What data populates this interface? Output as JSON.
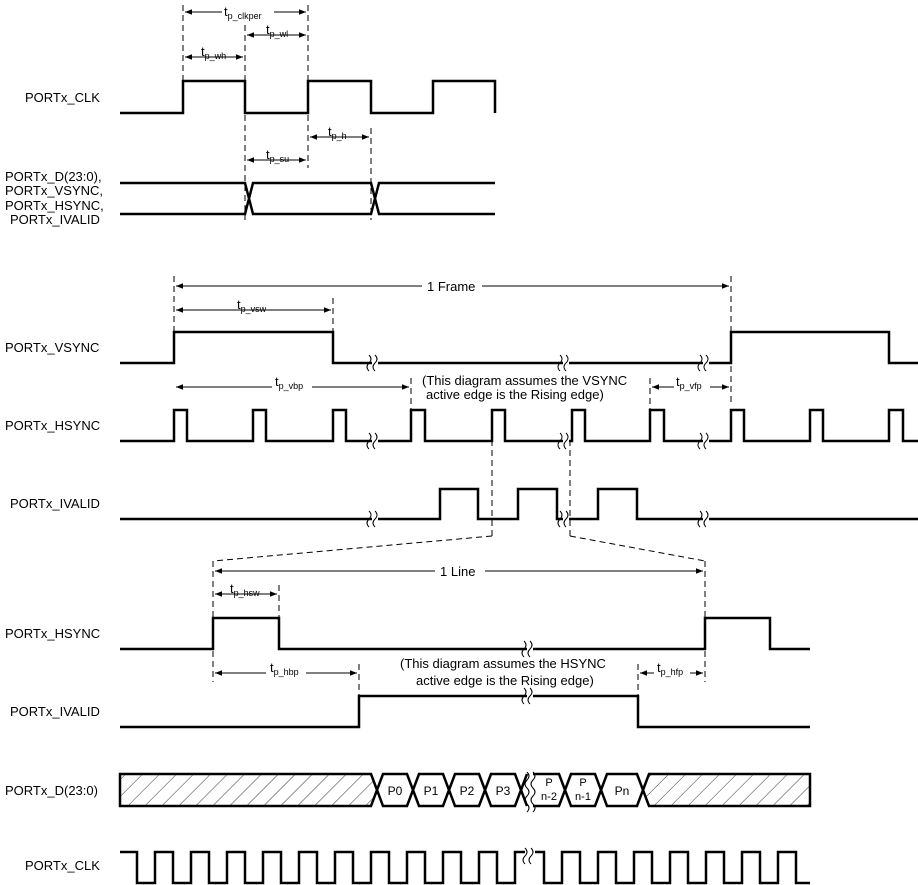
{
  "signals": {
    "clk_top": "PORTx_CLK",
    "data_top": [
      "PORTx_D(23:0),",
      "PORTx_VSYNC,",
      "PORTx_HSYNC,",
      "PORTx_IVALID"
    ],
    "frame_vsync": "PORTx_VSYNC",
    "frame_hsync": "PORTx_HSYNC",
    "frame_ivalid": "PORTx_IVALID",
    "line_hsync": "PORTx_HSYNC",
    "line_ivalid": "PORTx_IVALID",
    "line_data": "PORTx_D(23:0)",
    "line_clk": "PORTx_CLK"
  },
  "timing": {
    "t": "t",
    "clkper": "p_clkper",
    "wh": "p_wh",
    "wl": "p_wl",
    "h": "p_h",
    "su": "p_su",
    "vsw": "p_vsw",
    "vbp": "p_vbp",
    "vfp": "p_vfp",
    "hsw": "p_hsw",
    "hbp": "p_hbp",
    "hfp": "p_hfp"
  },
  "spans": {
    "frame": "1 Frame",
    "line": "1 Line"
  },
  "notes": {
    "vsync_1": "(This diagram assumes the VSYNC",
    "vsync_2": "active edge is the Rising edge)",
    "hsync_1": "(This diagram assumes the HSYNC",
    "hsync_2": "active edge is the Rising edge)"
  },
  "pixels": {
    "p0": "P0",
    "p1": "P1",
    "p2": "P2",
    "p3": "P3",
    "p": "P",
    "n2": "n-2",
    "n1": "n-1",
    "pn": "Pn"
  }
}
